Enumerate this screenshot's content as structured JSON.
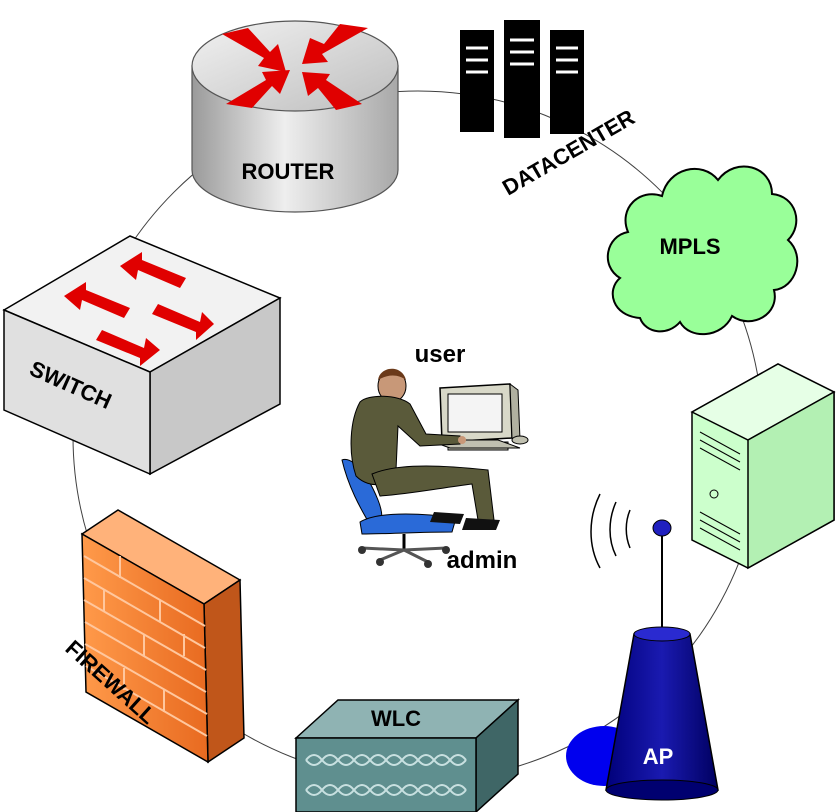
{
  "nodes": {
    "router": {
      "label": "ROUTER"
    },
    "datacenter": {
      "label": "DATACENTER"
    },
    "mpls": {
      "label": "MPLS"
    },
    "server": {
      "label": ""
    },
    "ap": {
      "label": "AP"
    },
    "wlc": {
      "label": "WLC"
    },
    "firewall": {
      "label": "FIREWALL"
    },
    "switch": {
      "label": "SWITCH"
    }
  },
  "center": {
    "user_label": "user",
    "admin_label": "admin"
  },
  "colors": {
    "router_body": "#d9d9d9",
    "arrow_red": "#e00000",
    "mpls_cloud": "#99ff99",
    "server_body": "#ccffcc",
    "ap_body": "#0a0a8a",
    "ap_base": "#0000ee",
    "wlc_body": "#5f8f8f",
    "firewall_body": "#f07a30",
    "switch_body": "#e6e6e6",
    "ring": "#404040"
  }
}
